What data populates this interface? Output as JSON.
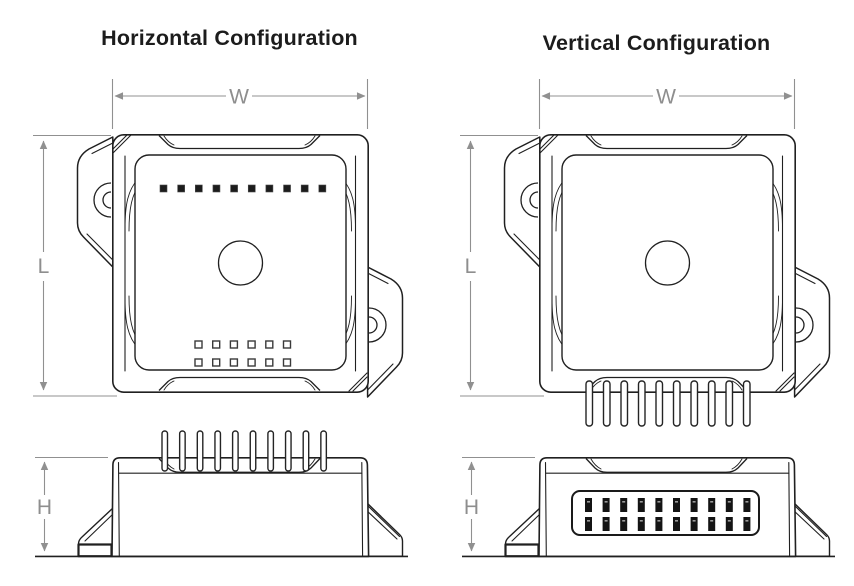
{
  "page": {
    "background": "#ffffff"
  },
  "sections": {
    "horizontal": {
      "title": "Horizontal Configuration",
      "dimensions": {
        "width_label": "W",
        "length_label": "L",
        "height_label": "H"
      },
      "top_view": {
        "pad_count": 10,
        "solder_pad_rows": 2,
        "solder_pad_columns": 6,
        "has_center_circle": true
      },
      "side_view": {
        "pin_count": 10,
        "pin_direction": "up"
      }
    },
    "vertical": {
      "title": "Vertical Configuration",
      "dimensions": {
        "width_label": "W",
        "length_label": "L",
        "height_label": "H"
      },
      "top_view": {
        "pin_count": 10,
        "pin_direction": "down",
        "has_center_circle": true
      },
      "side_view": {
        "connector_pin_rows": 2,
        "connector_pins_per_row": 10
      }
    }
  },
  "colors": {
    "linework": "#202020",
    "dimension_lines": "#909090",
    "title_text": "#1c1c1c",
    "background": "#ffffff"
  }
}
